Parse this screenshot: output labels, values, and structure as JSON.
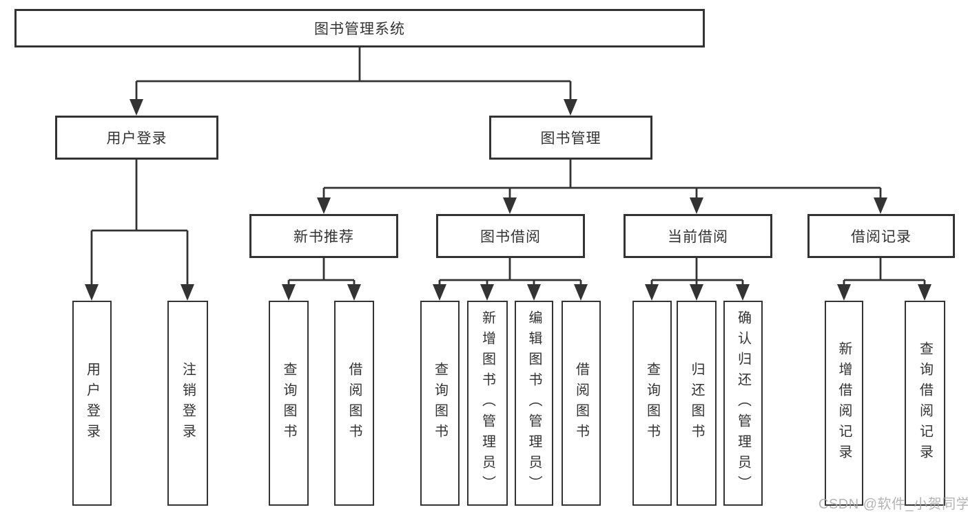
{
  "diagram": {
    "title": "图书管理系统",
    "root": {
      "label": "图书管理系统"
    },
    "branches": [
      {
        "label": "用户登录",
        "leaves": [
          "用户登录",
          "注销登录"
        ]
      },
      {
        "label": "图书管理",
        "children": [
          {
            "label": "新书推荐",
            "leaves": [
              "查询图书",
              "借阅图书"
            ]
          },
          {
            "label": "图书借阅",
            "leaves": [
              "查询图书",
              "新增图书（管理员）",
              "编辑图书（管理员）",
              "借阅图书"
            ]
          },
          {
            "label": "当前借阅",
            "leaves": [
              "查询图书",
              "归还图书",
              "确认归还（管理员）"
            ]
          },
          {
            "label": "借阅记录",
            "leaves": [
              "新增借阅记录",
              "查询借阅记录"
            ]
          }
        ]
      }
    ]
  },
  "watermark": {
    "text": "CSDN @软件_小贺同学",
    "color": "#a8a8a8"
  },
  "colors": {
    "line": "#333333",
    "border": "#333333",
    "background": "#ffffff",
    "text": "#333333"
  }
}
